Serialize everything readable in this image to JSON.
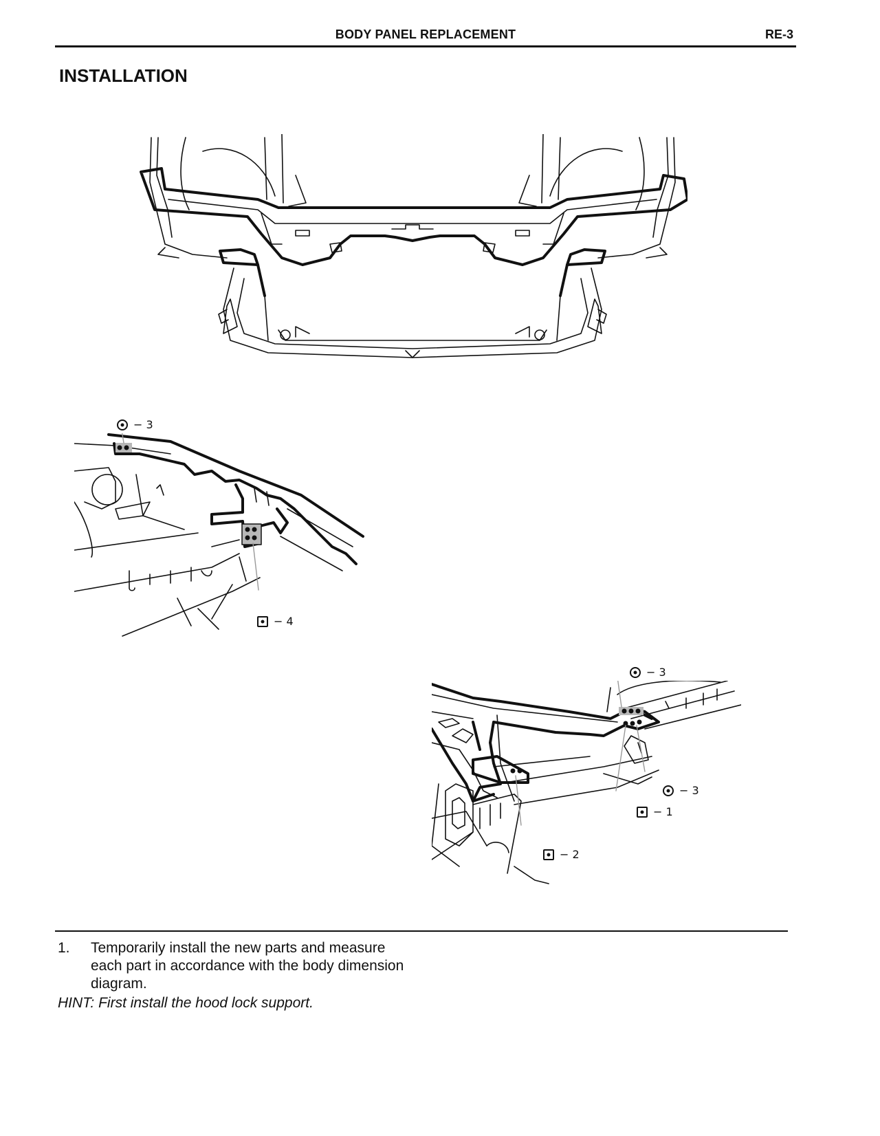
{
  "header": {
    "title": "BODY PANEL REPLACEMENT",
    "page_code": "RE-3"
  },
  "section_title": "INSTALLATION",
  "figure2": {
    "callout_top": {
      "symbol": "circle-weld-icon",
      "label": "− 3"
    },
    "callout_bottom": {
      "symbol": "square-weld-icon",
      "label": "− 4"
    }
  },
  "figure3": {
    "callout_top": {
      "symbol": "circle-weld-icon",
      "label": "− 3"
    },
    "callout_right": {
      "symbol": "circle-weld-icon",
      "label": "− 3"
    },
    "callout_one": {
      "symbol": "square-weld-icon",
      "label": "− 1"
    },
    "callout_two": {
      "symbol": "square-weld-icon",
      "label": "− 2"
    }
  },
  "steps": [
    {
      "number": "1.",
      "text": "Temporarily install the new parts and measure each part in accordance with the body dimension diagram."
    }
  ],
  "hint": "HINT: First install the hood lock support."
}
